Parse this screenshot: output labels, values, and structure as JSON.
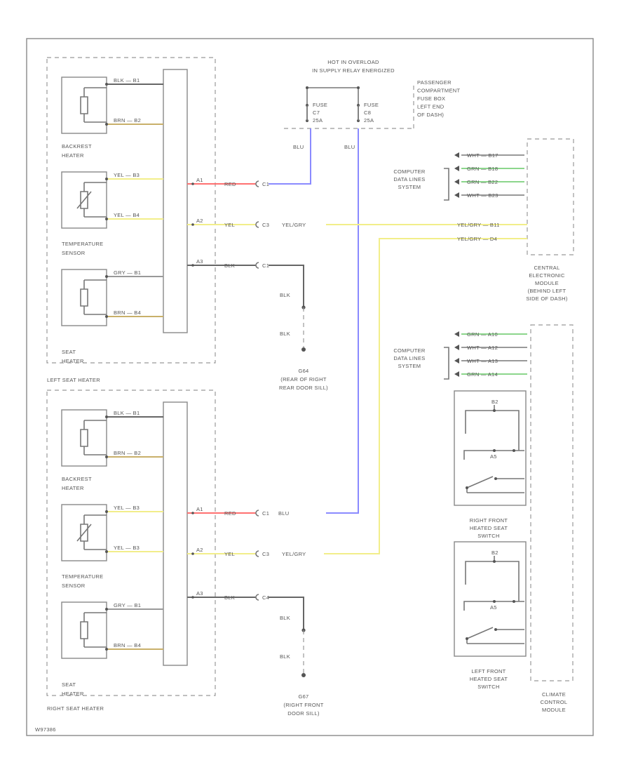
{
  "fuse_header": [
    "HOT IN OVERLOAD",
    "IN SUPPLY RELAY ENERGIZED"
  ],
  "fuse_box_label": [
    "PASSENGER",
    "COMPARTMENT",
    "FUSE BOX",
    "LEFT END",
    "OF DASH)"
  ],
  "fuses": [
    {
      "lines": [
        "FUSE",
        "C7",
        "25A"
      ]
    },
    {
      "lines": [
        "FUSE",
        "C8",
        "25A"
      ]
    }
  ],
  "fuse_wire_labels": [
    "BLU",
    "BLU"
  ],
  "colors": {
    "red": "#ff7070",
    "blue": "#8a8aff",
    "yellow": "#f2ee8a",
    "green": "#8cd68c",
    "brown": "#c9b06a",
    "black": "#666666",
    "gray": "#999999"
  },
  "left_heater": {
    "title": "LEFT SEAT HEATER",
    "components": [
      {
        "name": [
          "BACKREST",
          "HEATER"
        ],
        "pins": [
          {
            "wire": "BLK",
            "pin": "B1"
          },
          {
            "wire": "BRN",
            "pin": "B2"
          }
        ]
      },
      {
        "name": [
          "TEMPERATURE",
          "SENSOR"
        ],
        "pins": [
          {
            "wire": "YEL",
            "pin": "B3"
          },
          {
            "wire": "YEL",
            "pin": "B4"
          }
        ]
      },
      {
        "name": [
          "SEAT",
          "HEATER"
        ],
        "pins": [
          {
            "wire": "GRY",
            "pin": "B1"
          },
          {
            "wire": "BRN",
            "pin": "B4"
          }
        ]
      }
    ],
    "connector_pins": [
      "A1",
      "A2",
      "A3"
    ],
    "wires": [
      {
        "color": "RED",
        "pin": "C1",
        "ext": ""
      },
      {
        "color": "YEL",
        "pin": "C3",
        "ext": "YEL/GRY"
      },
      {
        "color": "BLK",
        "pin": "C1",
        "ext": ""
      }
    ],
    "ground_wires": [
      "BLK",
      "BLK"
    ],
    "ground": [
      "G64",
      "(REAR OF RIGHT",
      "REAR DOOR SILL)"
    ]
  },
  "right_heater": {
    "title": "RIGHT SEAT HEATER",
    "components": [
      {
        "name": [
          "BACKREST",
          "HEATER"
        ],
        "pins": [
          {
            "wire": "BLK",
            "pin": "B1"
          },
          {
            "wire": "BRN",
            "pin": "B2"
          }
        ]
      },
      {
        "name": [
          "TEMPERATURE",
          "SENSOR"
        ],
        "pins": [
          {
            "wire": "YEL",
            "pin": "B3"
          },
          {
            "wire": "YEL",
            "pin": "B3"
          }
        ]
      },
      {
        "name": [
          "SEAT",
          "HEATER"
        ],
        "pins": [
          {
            "wire": "GRY",
            "pin": "B1"
          },
          {
            "wire": "BRN",
            "pin": "B4"
          }
        ]
      }
    ],
    "connector_pins": [
      "A1",
      "A2",
      "A3"
    ],
    "wires": [
      {
        "color": "RED",
        "pin": "C1",
        "ext": "BLU"
      },
      {
        "color": "YEL",
        "pin": "C3",
        "ext": "YEL/GRY"
      },
      {
        "color": "BLK",
        "pin": "C4",
        "ext": ""
      }
    ],
    "ground_wires": [
      "BLK",
      "BLK"
    ],
    "ground": [
      "G67",
      "(RIGHT FRONT",
      "DOOR SILL)"
    ]
  },
  "cem": {
    "label": [
      "CENTRAL",
      "ELECTRONIC",
      "MODULE",
      "(BEHIND LEFT",
      "SIDE OF DASH)"
    ],
    "data_label": [
      "COMPUTER",
      "DATA LINES",
      "SYSTEM"
    ],
    "data_pins": [
      {
        "wire": "WHT",
        "pin": "B17"
      },
      {
        "wire": "GRN",
        "pin": "B18"
      },
      {
        "wire": "GRN",
        "pin": "B22"
      },
      {
        "wire": "WHT",
        "pin": "B23"
      }
    ],
    "inputs": [
      {
        "wire": "YEL/GRY",
        "pin": "B11"
      },
      {
        "wire": "YEL/GRY",
        "pin": "D4"
      }
    ]
  },
  "ccm": {
    "label": [
      "CLIMATE",
      "CONTROL",
      "MODULE"
    ],
    "data_label": [
      "COMPUTER",
      "DATA LINES",
      "SYSTEM"
    ],
    "data_pins": [
      {
        "wire": "GRN",
        "pin": "A10"
      },
      {
        "wire": "WHT",
        "pin": "A12"
      },
      {
        "wire": "WHT",
        "pin": "A13"
      },
      {
        "wire": "GRN",
        "pin": "A14"
      }
    ],
    "switches": [
      {
        "name": [
          "RIGHT FRONT",
          "HEATED SEAT",
          "SWITCH"
        ],
        "pins": [
          "B2",
          "A5"
        ]
      },
      {
        "name": [
          "LEFT FRONT",
          "HEATED SEAT",
          "SWITCH"
        ],
        "pins": [
          "B2",
          "A5"
        ]
      }
    ]
  },
  "footer_code": "W97386"
}
